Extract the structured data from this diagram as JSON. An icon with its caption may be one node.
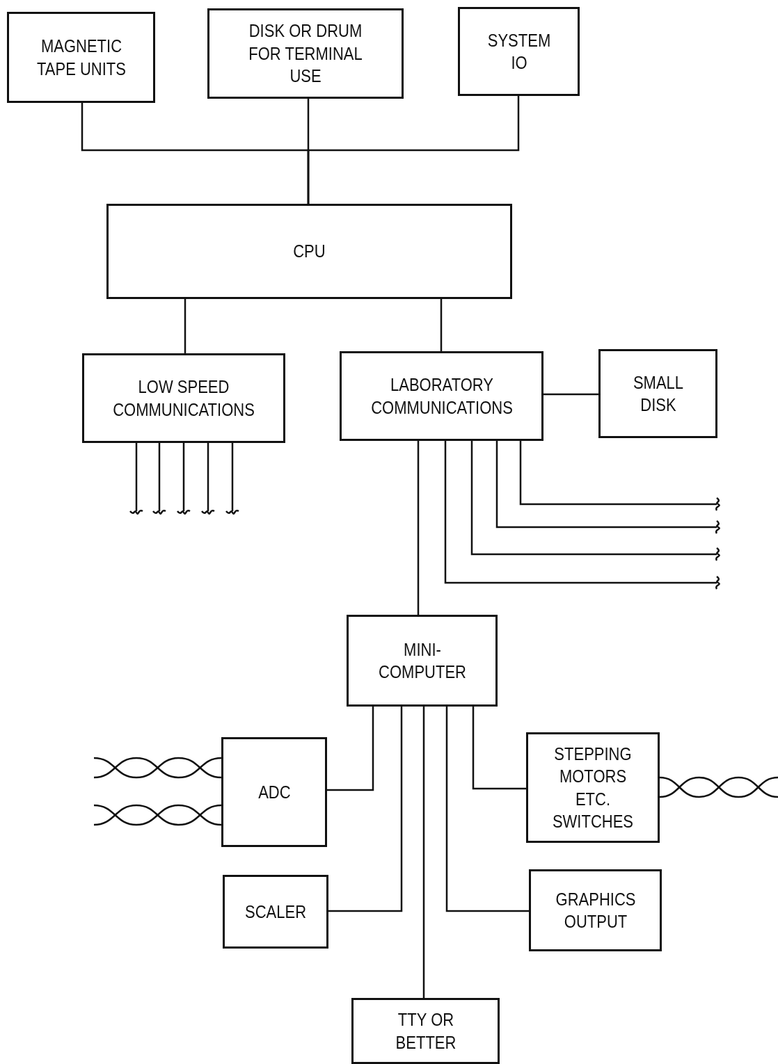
{
  "diagram": {
    "nodes": [
      {
        "text": [
          "MAGNETIC TAPE UNITS"
        ]
      },
      {
        "text": [
          "DISK OR DRUM FOR TERMINAL USE"
        ]
      },
      {
        "text": [
          "SYSTEM IO"
        ]
      },
      {
        "text": [
          "CPU"
        ]
      },
      {
        "text": [
          "LOW SPEED COMMUNICATIONS"
        ]
      },
      {
        "text": [
          "LABORATORY COMMUNICATIONS"
        ]
      },
      {
        "text": [
          "SMALL DISK"
        ]
      },
      {
        "text": [
          "MINI- COMPUTER"
        ]
      },
      {
        "text": [
          "ADC"
        ]
      },
      {
        "text": [
          "STEPPING MOTORS ETC. SWITCHES"
        ]
      },
      {
        "text": [
          "SCALER"
        ]
      },
      {
        "text": [
          "GRAPHICS OUTPUT"
        ]
      },
      {
        "text": [
          "TTY OR BETTER"
        ]
      }
    ],
    "edges": [
      {
        "from": 0,
        "to": 3,
        "arrow": "none"
      },
      {
        "from": 1,
        "to": 3,
        "arrow": "none"
      },
      {
        "from": 2,
        "to": 3,
        "arrow": "none"
      },
      {
        "from": 3,
        "to": 4,
        "arrow": "none"
      },
      {
        "from": 3,
        "to": 5,
        "arrow": "none"
      },
      {
        "from": 5,
        "to": 6,
        "arrow": "none"
      },
      {
        "from": 5,
        "to": 7,
        "arrow": "none"
      },
      {
        "from": 7,
        "to": 8,
        "arrow": "none"
      },
      {
        "from": 7,
        "to": 9,
        "arrow": "none"
      },
      {
        "from": 7,
        "to": 10,
        "arrow": "none"
      },
      {
        "from": 7,
        "to": 11,
        "arrow": "none"
      },
      {
        "from": 7,
        "to": 12,
        "arrow": "none"
      },
      {
        "from": 4,
        "to": null,
        "arrow": "none"
      },
      {
        "from": 4,
        "to": null,
        "arrow": "none"
      },
      {
        "from": 4,
        "to": null,
        "arrow": "none"
      },
      {
        "from": 4,
        "to": null,
        "arrow": "none"
      },
      {
        "from": 4,
        "to": null,
        "arrow": "none"
      },
      {
        "from": 5,
        "to": null,
        "arrow": "none"
      },
      {
        "from": 5,
        "to": null,
        "arrow": "none"
      },
      {
        "from": 5,
        "to": null,
        "arrow": "none"
      },
      {
        "from": 5,
        "to": null,
        "arrow": "none"
      },
      {
        "from": null,
        "to": 8,
        "arrow": "none"
      },
      {
        "from": null,
        "to": 8,
        "arrow": "none"
      },
      {
        "from": 9,
        "to": null,
        "arrow": "none"
      }
    ]
  }
}
